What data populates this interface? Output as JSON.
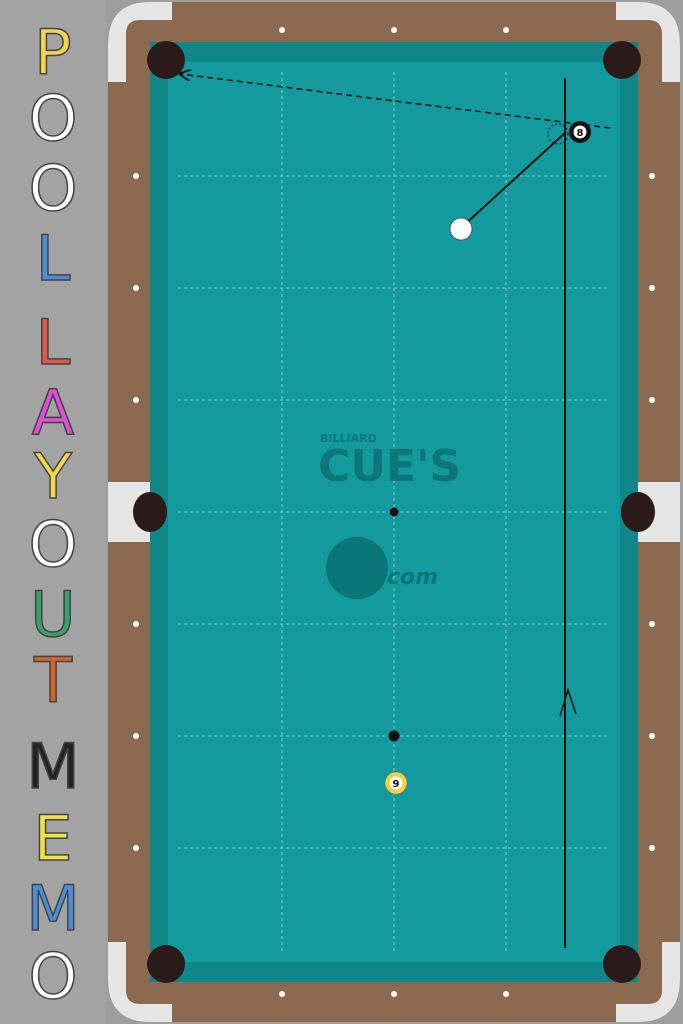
{
  "app": {
    "title_letters": [
      {
        "ch": "P",
        "color": "#f2d64b"
      },
      {
        "ch": "O",
        "color": "#ffffff"
      },
      {
        "ch": "O",
        "color": "#ffffff"
      },
      {
        "ch": "L",
        "color": "#4a90d9"
      },
      {
        "ch": "L",
        "color": "#e05a4a"
      },
      {
        "ch": "A",
        "color": "#e04fd8"
      },
      {
        "ch": "Y",
        "color": "#f2d64b"
      },
      {
        "ch": "O",
        "color": "#ffffff"
      },
      {
        "ch": "U",
        "color": "#3aa06a"
      },
      {
        "ch": "T",
        "color": "#d4632a"
      },
      {
        "ch": "M",
        "color": "#222222"
      },
      {
        "ch": "E",
        "color": "#f2e24a"
      },
      {
        "ch": "M",
        "color": "#4a90d9"
      },
      {
        "ch": "O",
        "color": "#ffffff"
      }
    ]
  },
  "table": {
    "cloth_color": "#129a9c",
    "rail_color": "#8b6a4f",
    "watermark_small": "BILLIARD",
    "watermark_large": "CUE'S",
    "watermark_com": "com"
  },
  "balls": {
    "eight_label": "8",
    "nine_label": "9"
  },
  "colors": {
    "nine_yellow": "#f3d23c",
    "cue_ball": "#ffffff"
  }
}
